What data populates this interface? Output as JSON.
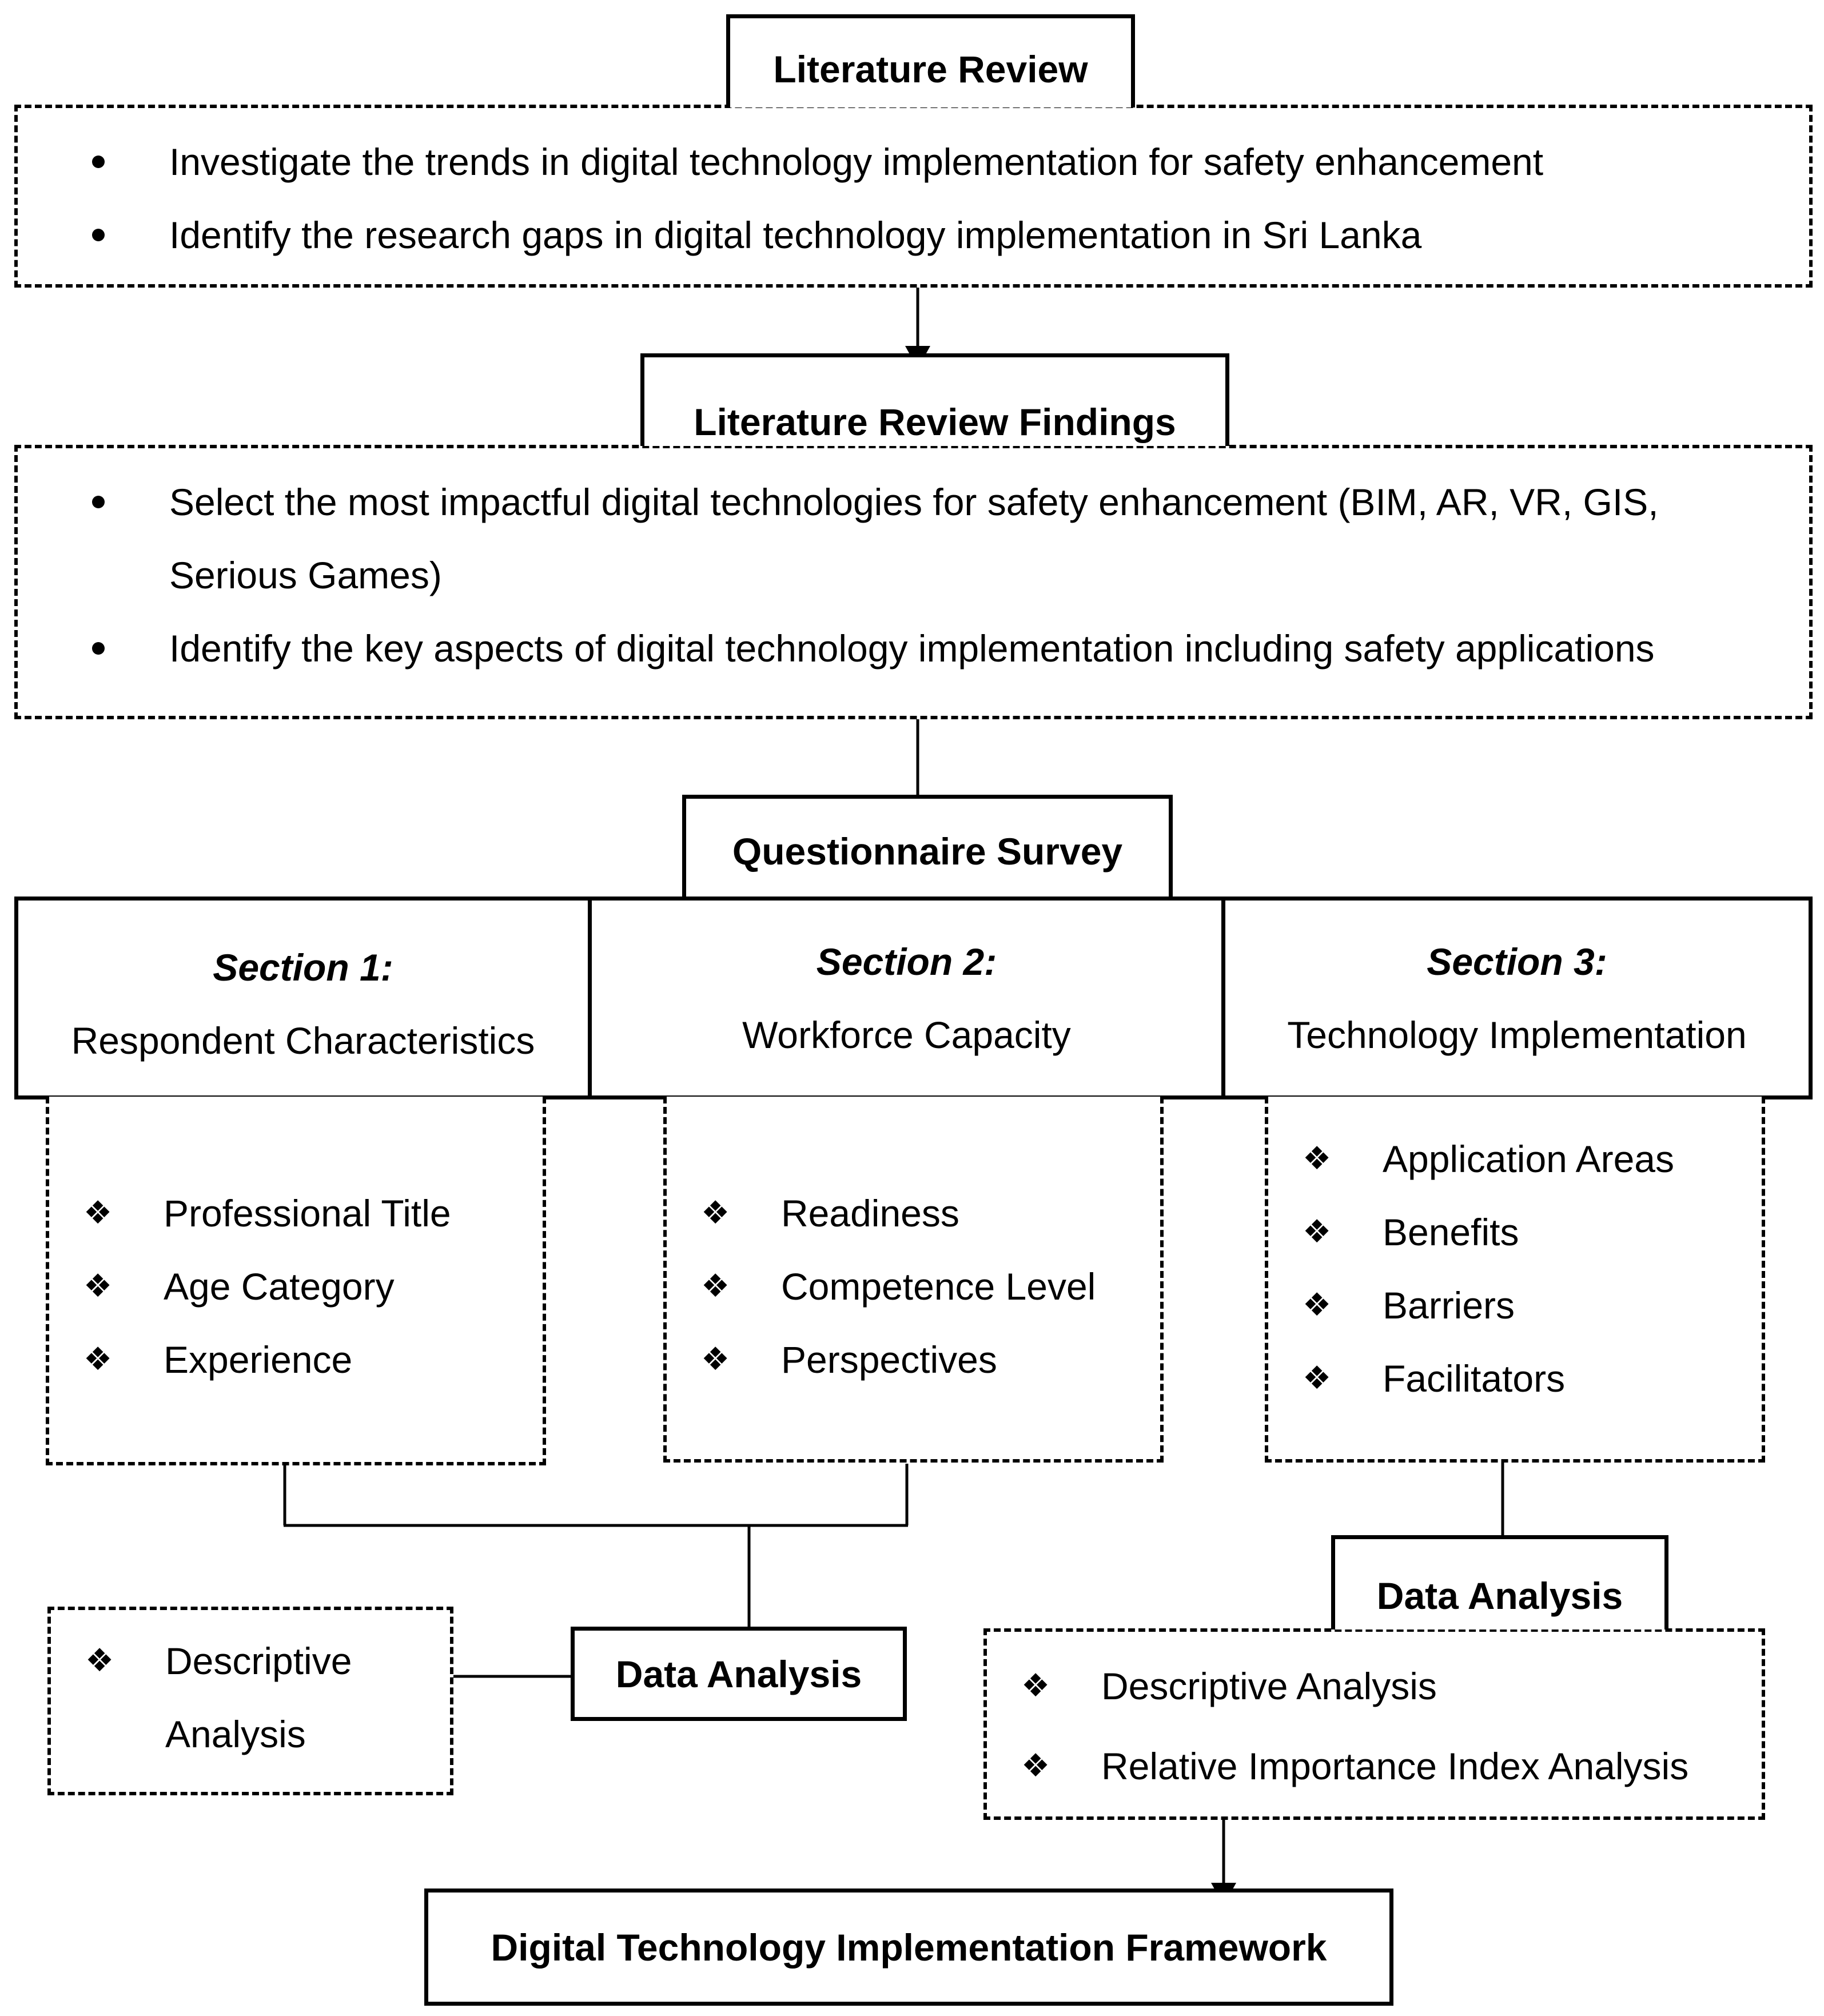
{
  "literature_review": {
    "title": "Literature Review",
    "bullets": [
      "Investigate the trends in digital technology implementation for safety enhancement",
      "Identify the research gaps in digital technology implementation in Sri Lanka"
    ]
  },
  "findings": {
    "title": "Literature Review Findings",
    "bullets": [
      "Select the most impactful digital technologies for safety enhancement (BIM, AR, VR, GIS,",
      "Serious Games)",
      "Identify the key aspects of digital technology implementation including safety applications"
    ]
  },
  "survey": {
    "title": "Questionnaire Survey",
    "sections": [
      {
        "heading": "Section 1:",
        "name": "Respondent Characteristics",
        "items": [
          "Professional Title",
          "Age Category",
          "Experience"
        ]
      },
      {
        "heading": "Section 2:",
        "name": "Workforce Capacity",
        "items": [
          "Readiness",
          "Competence Level",
          "Perspectives"
        ]
      },
      {
        "heading": "Section 3:",
        "name": "Technology Implementation",
        "items": [
          "Application Areas",
          "Benefits",
          "Barriers",
          "Facilitators"
        ]
      }
    ]
  },
  "analysis_left": {
    "title": "Data Analysis",
    "items": [
      "Descriptive",
      "Analysis"
    ]
  },
  "analysis_right": {
    "title": "Data Analysis",
    "items": [
      "Descriptive Analysis",
      "Relative Importance Index Analysis"
    ]
  },
  "framework": {
    "title": "Digital Technology Implementation Framework"
  },
  "bullet_symbol": "❖"
}
